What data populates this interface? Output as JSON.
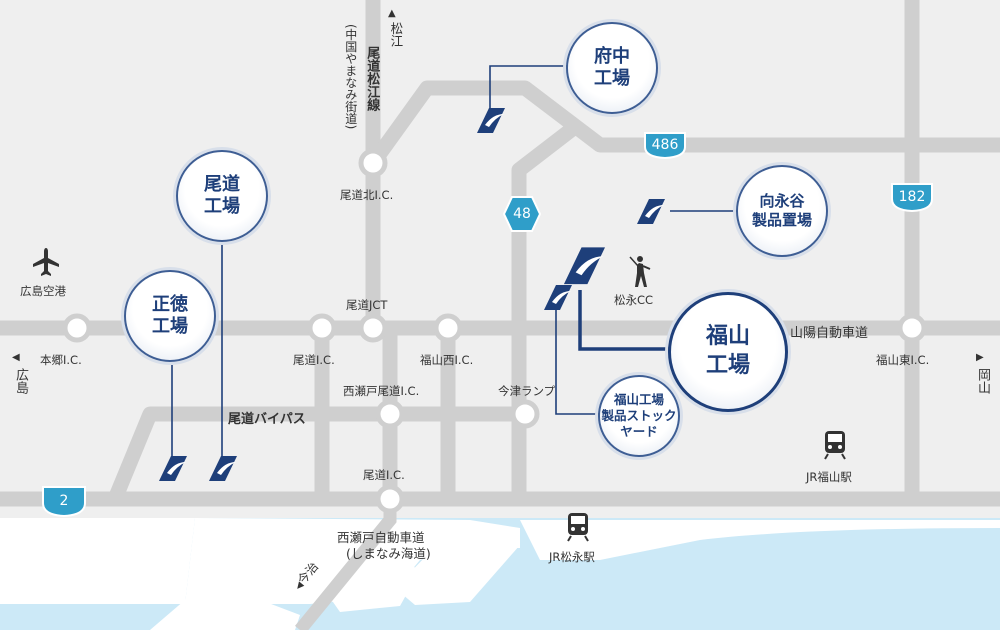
{
  "colors": {
    "background": "#efefef",
    "road": "#cfcfcf",
    "sea": "#cce9f7",
    "land": "#ffffff",
    "accent": "#1e3f7a",
    "route_shield": "#2f9ec9"
  },
  "places": {
    "matsue": "松江",
    "route_name_main": "尾道松江線",
    "route_name_sub": "(中国やまなみ街道)",
    "onomichi_kita_ic": "尾道北I.C.",
    "hiroshima_airport": "広島空港",
    "onomichi_jct": "尾道JCT",
    "sanyo_expressway": "山陽自動車道",
    "hongo_ic": "本郷I.C.",
    "hiroshima": "広島",
    "onomichi_ic_upper": "尾道I.C.",
    "fukuyama_nishi_ic": "福山西I.C.",
    "fukuyama_higashi_ic": "福山東I.C.",
    "okayama": "岡山",
    "nishiseto_onomichi_ic": "西瀬戸尾道I.C.",
    "imazu_ramp": "今津ランプ",
    "onomichi_bypass": "尾道バイパス",
    "onomichi_ic_lower": "尾道I.C.",
    "jr_fukuyama": "JR福山駅",
    "nishiseto_expressway": "西瀬戸自動車道",
    "shimanami": "(しまなみ海道)",
    "jr_matsunaga": "JR松永駅",
    "imabari": "今治",
    "matsunaga_cc": "松永CC"
  },
  "routes": {
    "r486": "486",
    "r48": "48",
    "r182": "182",
    "r2": "2"
  },
  "facilities": {
    "fuchu": [
      "府中",
      "工場"
    ],
    "onomichi": [
      "尾道",
      "工場"
    ],
    "shotoku": [
      "正徳",
      "工場"
    ],
    "mukainaya": [
      "向永谷",
      "製品置場"
    ],
    "fukuyama": [
      "福山",
      "工場"
    ],
    "stock_yard": [
      "福山工場",
      "製品ストック",
      "ヤード"
    ]
  },
  "icons": [
    "airplane-icon",
    "golfer-icon",
    "train-icon",
    "company-logo-icon",
    "arrow-icon"
  ]
}
